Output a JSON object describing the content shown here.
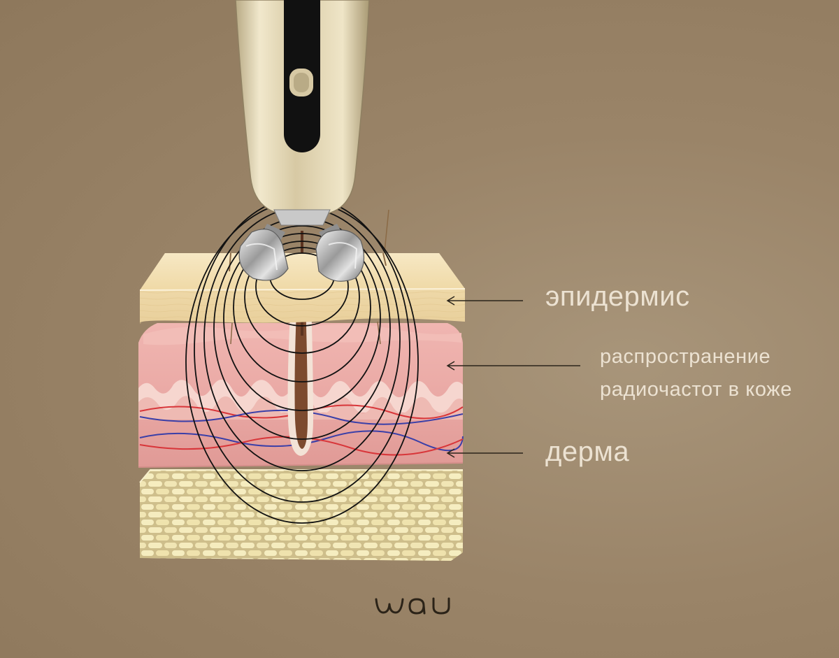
{
  "labels": {
    "epidermis": "эпидермис",
    "rf_line1": "распространение",
    "rf_line2": "радиочастот в коже",
    "derma": "дерма"
  },
  "brand": {
    "logo_text": "wau"
  },
  "colors": {
    "background": "#9a8468",
    "label_text": "#ece2d2",
    "device_gold": "#d8cba8",
    "epidermis": "#f3dfb3",
    "dermis": "#e8a7a3",
    "fat": "#efe3a8",
    "field_lines": "#111111",
    "artery": "#d8363a",
    "vein": "#3a3fa8"
  }
}
